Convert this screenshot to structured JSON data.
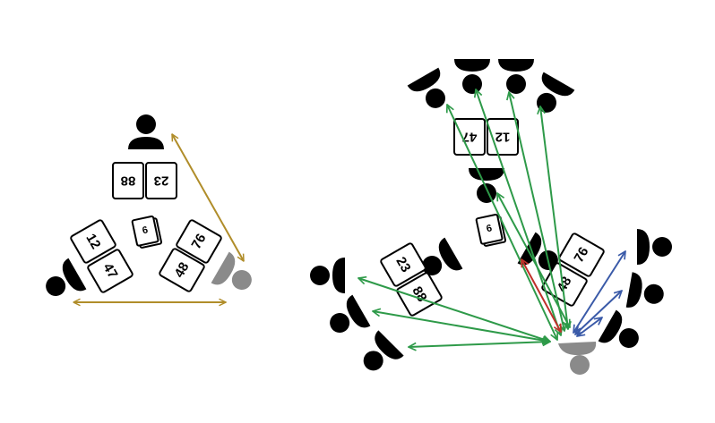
{
  "colors": {
    "player": "#000000",
    "agent": "#8a8a8a",
    "gold_arrow": "#b08d2a",
    "green_arrow": "#2e9a49",
    "red_arrow": "#c0302a",
    "blue_arrow": "#3a5aa8"
  },
  "left_table": {
    "cards": {
      "top_1": "88",
      "top_2": "23",
      "left_1": "12",
      "left_2": "47",
      "right_1": "76",
      "right_2": "48",
      "center": "6"
    }
  },
  "right_table": {
    "cards": {
      "top_1": "47",
      "top_2": "12",
      "left_1": "23",
      "left_2": "88",
      "right_1": "76",
      "right_2": "48",
      "center": "6"
    }
  }
}
